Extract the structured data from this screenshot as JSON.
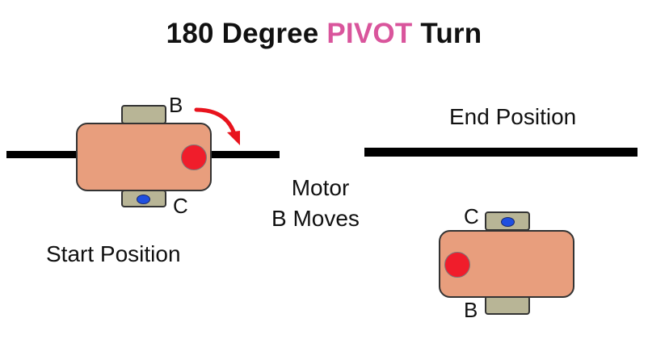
{
  "title": {
    "prefix": "180 Degree ",
    "highlight": "PIVOT",
    "suffix": " Turn",
    "highlight_color": "#d9559c"
  },
  "start": {
    "caption": "Start Position",
    "top_wheel_label": "B",
    "bottom_wheel_label": "C"
  },
  "middle": {
    "line1": "Motor",
    "line2": "B Moves"
  },
  "end": {
    "caption": "End Position",
    "top_wheel_label": "C",
    "bottom_wheel_label": "B"
  },
  "colors": {
    "robot_body": "#e89e7d",
    "wheel": "#b8b596",
    "sensor": "#f01d2b",
    "caster": "#1f4fe0",
    "arrow": "#e8131d",
    "line": "#000000"
  },
  "icons": {
    "sensor": "red-light-sensor-icon",
    "caster": "blue-caster-icon",
    "arrow": "curved-arrow-icon"
  }
}
